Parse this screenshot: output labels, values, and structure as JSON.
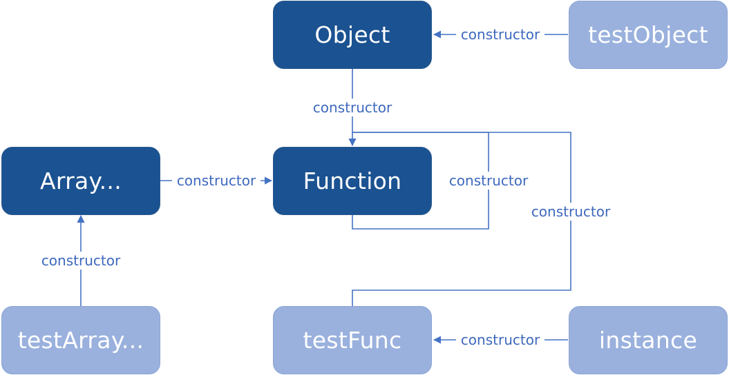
{
  "colors": {
    "dark_node": "#1b5291",
    "light_node": "#9ab1de",
    "edge": "#4472c4",
    "edge_label": "#3d68be"
  },
  "nodes": {
    "object": "Object",
    "test_object": "testObject",
    "array": "Array...",
    "function": "Function",
    "test_array": "testArray...",
    "test_func": "testFunc",
    "instance": "instance"
  },
  "edges": {
    "test_object_to_object": "constructor",
    "object_to_function": "constructor",
    "array_to_function": "constructor",
    "function_to_function": "constructor",
    "test_func_to_function": "constructor",
    "test_array_to_array": "constructor",
    "instance_to_test_func": "constructor"
  }
}
